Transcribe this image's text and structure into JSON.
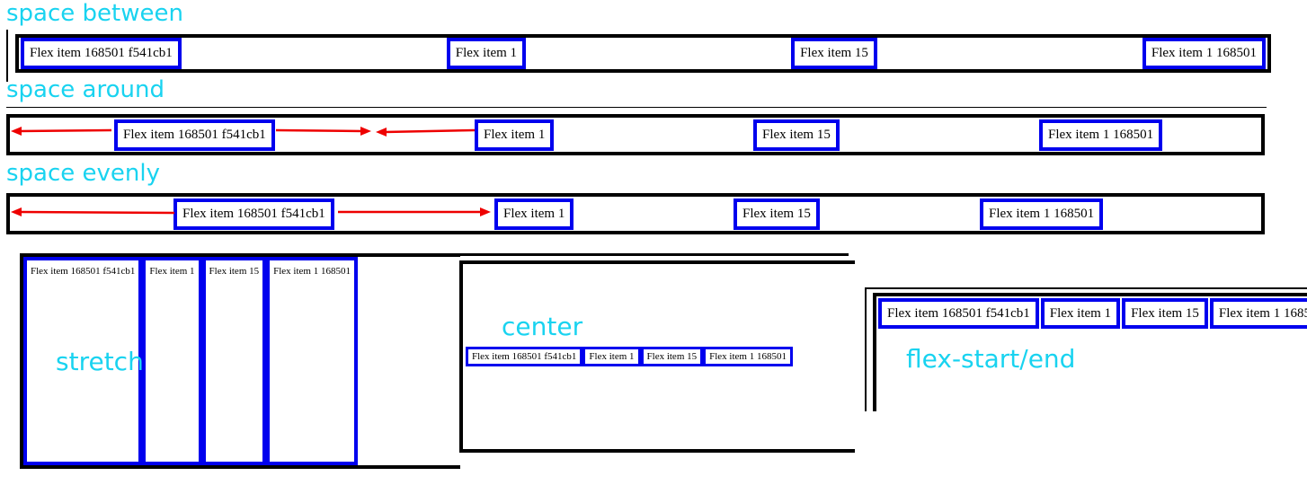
{
  "labels": {
    "space_between": "space between",
    "space_around": "space around",
    "space_evenly": "space evenly",
    "stretch": "stretch",
    "center": "center",
    "flex_start_end": "flex-start/end"
  },
  "items": [
    "Flex item 168501 f541cb1",
    "Flex item 1",
    "Flex item 15",
    "Flex item 1 168501"
  ],
  "colors": {
    "label": "#19d3f0",
    "item_border": "#0000ee",
    "container_border": "#000000",
    "arrow": "#ee0000"
  }
}
